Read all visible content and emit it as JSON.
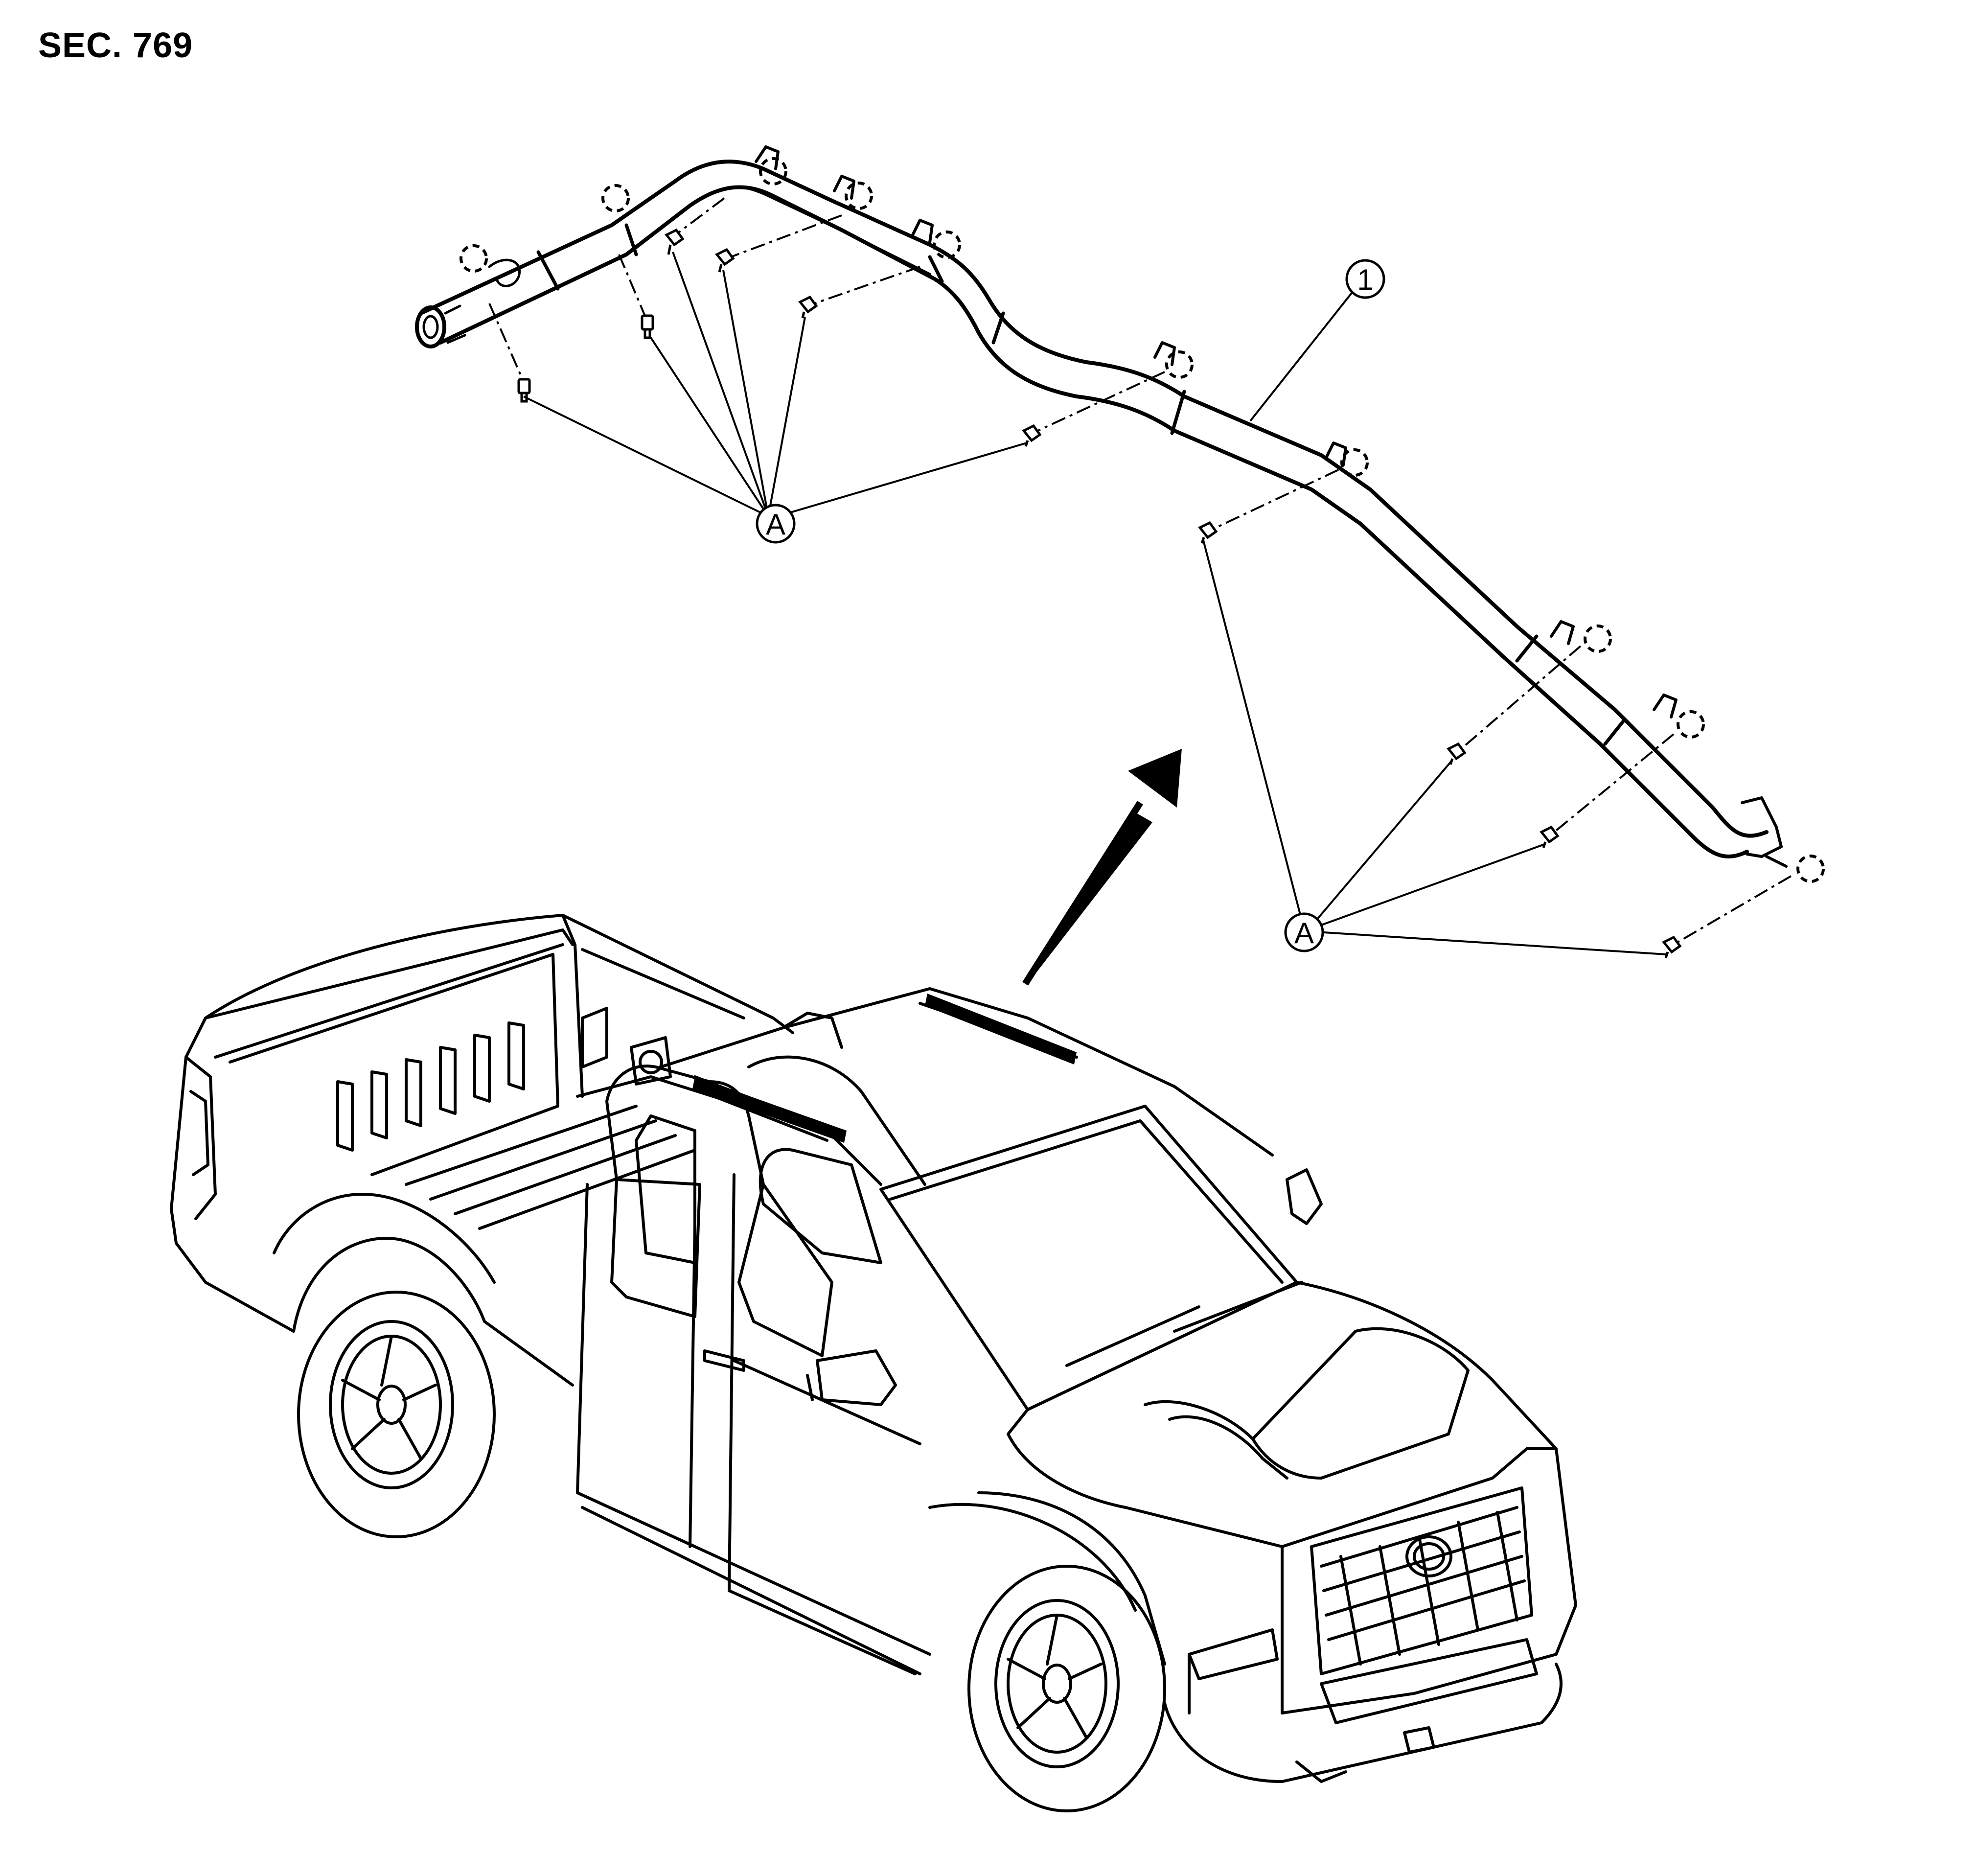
{
  "header": {
    "section": "SEC. 769"
  },
  "callouts": {
    "part_number": "1",
    "fastener_label_upper": "A",
    "fastener_label_lower": "A"
  },
  "colors": {
    "line": "#000000",
    "background": "#ffffff"
  }
}
